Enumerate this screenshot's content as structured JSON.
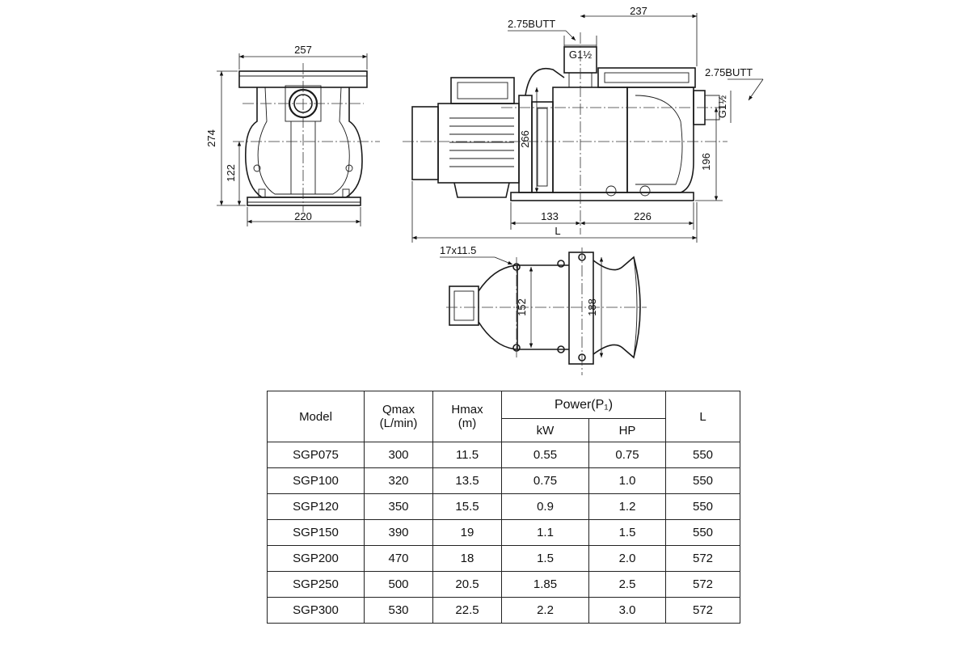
{
  "dimensions": {
    "front_top_width": "257",
    "front_height": "274",
    "front_axis_height": "122",
    "front_base_width": "220",
    "side_top_right": "237",
    "inlet_label": "2.75BUTT",
    "inlet_thread": "G1½",
    "outlet_label": "2.75BUTT",
    "outlet_thread": "G1½",
    "side_height": "266",
    "outlet_height": "196",
    "base_left": "133",
    "base_right": "226",
    "overall_length": "L",
    "mount_holes": "17x11.5",
    "mount_width_inner": "152",
    "mount_width_outer": "188"
  },
  "table": {
    "headers": {
      "model": "Model",
      "qmax": "Qmax",
      "qmax_unit": "(L/min)",
      "hmax": "Hmax",
      "hmax_unit": "(m)",
      "power": "Power(P₁)",
      "kw": "kW",
      "hp": "HP",
      "length": "L"
    },
    "rows": [
      {
        "model": "SGP075",
        "qmax": "300",
        "hmax": "11.5",
        "kw": "0.55",
        "hp": "0.75",
        "l": "550"
      },
      {
        "model": "SGP100",
        "qmax": "320",
        "hmax": "13.5",
        "kw": "0.75",
        "hp": "1.0",
        "l": "550"
      },
      {
        "model": "SGP120",
        "qmax": "350",
        "hmax": "15.5",
        "kw": "0.9",
        "hp": "1.2",
        "l": "550"
      },
      {
        "model": "SGP150",
        "qmax": "390",
        "hmax": "19",
        "kw": "1.1",
        "hp": "1.5",
        "l": "550"
      },
      {
        "model": "SGP200",
        "qmax": "470",
        "hmax": "18",
        "kw": "1.5",
        "hp": "2.0",
        "l": "572"
      },
      {
        "model": "SGP250",
        "qmax": "500",
        "hmax": "20.5",
        "kw": "1.85",
        "hp": "2.5",
        "l": "572"
      },
      {
        "model": "SGP300",
        "qmax": "530",
        "hmax": "22.5",
        "kw": "2.2",
        "hp": "3.0",
        "l": "572"
      }
    ]
  }
}
